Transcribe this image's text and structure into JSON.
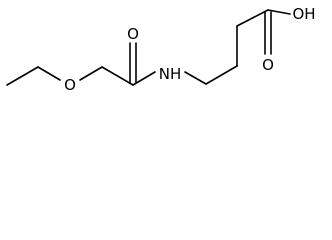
{
  "atoms": {
    "ether_oxygen": "O",
    "carbonyl_oxygen": "O",
    "amide_nitrogen": "NH",
    "acid_oxygen": "O",
    "hydroxyl": "OH"
  },
  "colors": {
    "ink": "#000000",
    "background": "#ffffff"
  }
}
